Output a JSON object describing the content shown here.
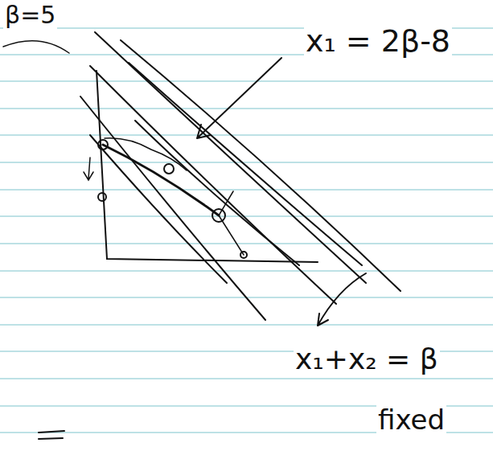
{
  "diagram": {
    "labels": [
      "β=5",
      "x₁ = 2β-8",
      "x₁+x₂ = β",
      "fixed"
    ]
  }
}
